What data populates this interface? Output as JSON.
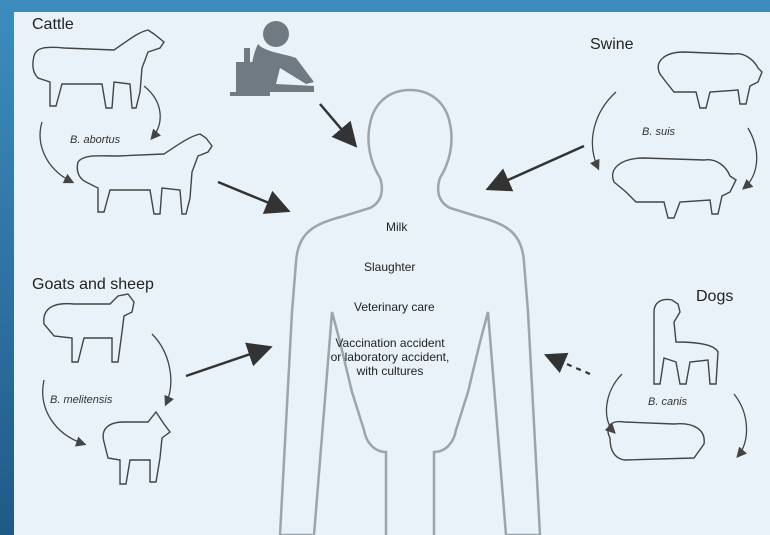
{
  "groups": {
    "cattle": "Cattle",
    "swine": "Swine",
    "goats_sheep": "Goats and sheep",
    "dogs": "Dogs"
  },
  "species": {
    "cattle": "B. abortus",
    "swine": "B. suis",
    "goats_sheep": "B. melitensis",
    "dogs": "B. canis"
  },
  "routes": {
    "milk": "Milk",
    "slaughter": "Slaughter",
    "vet_care": "Veterinary care",
    "accident_line1": "Vaccination accident",
    "accident_line2": "or laboratory accident,",
    "accident_line3": "with cultures"
  },
  "colors": {
    "background": "#e8f2f8",
    "frame": "#2b6f9e",
    "outline": "#444444",
    "person_outline": "#9aa5ad"
  }
}
